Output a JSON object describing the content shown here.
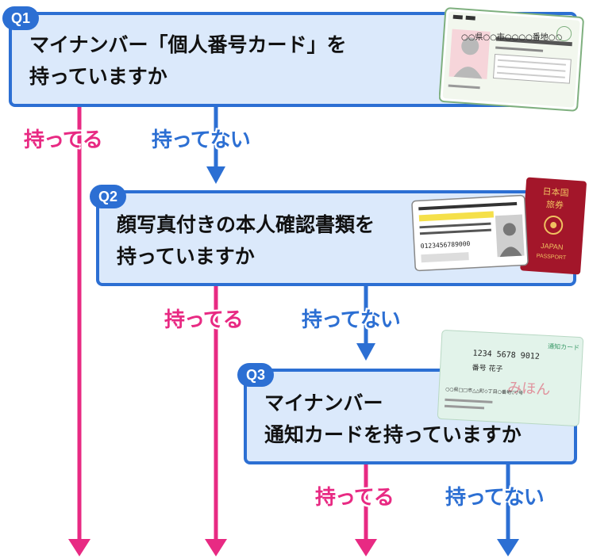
{
  "colors": {
    "yes": "#e82a83",
    "no": "#2c6fd3",
    "box_fill": "#dbe9fb",
    "box_border": "#2c6fd3"
  },
  "questions": [
    {
      "badge": "Q1",
      "text": "マイナンバー「個人番号カード」を\n持っていますか"
    },
    {
      "badge": "Q2",
      "text": "顔写真付きの本人確認書類を\n持っていますか"
    },
    {
      "badge": "Q3",
      "text": "マイナンバー\n通知カードを持っていますか"
    }
  ],
  "answers": {
    "yes": "持ってる",
    "no": "持ってない"
  },
  "illustrations": {
    "mynumber_card": {
      "icon": "my-number-card-icon",
      "address": "○○県○○市○○○○番地○○"
    },
    "license_card": {
      "icon": "drivers-license-icon",
      "number": "0123456789000"
    },
    "passport": {
      "icon": "passport-icon",
      "title_line1": "日本国",
      "title_line2": "旅券",
      "country": "JAPAN",
      "label": "PASSPORT"
    },
    "notification_card": {
      "icon": "notification-card-icon",
      "title": "通知カード",
      "number": "1234 5678 9012",
      "name": "番号 花子",
      "stamp": "みほん",
      "address": "○○県□□市△△町◇丁目○番地▽▽号"
    }
  }
}
